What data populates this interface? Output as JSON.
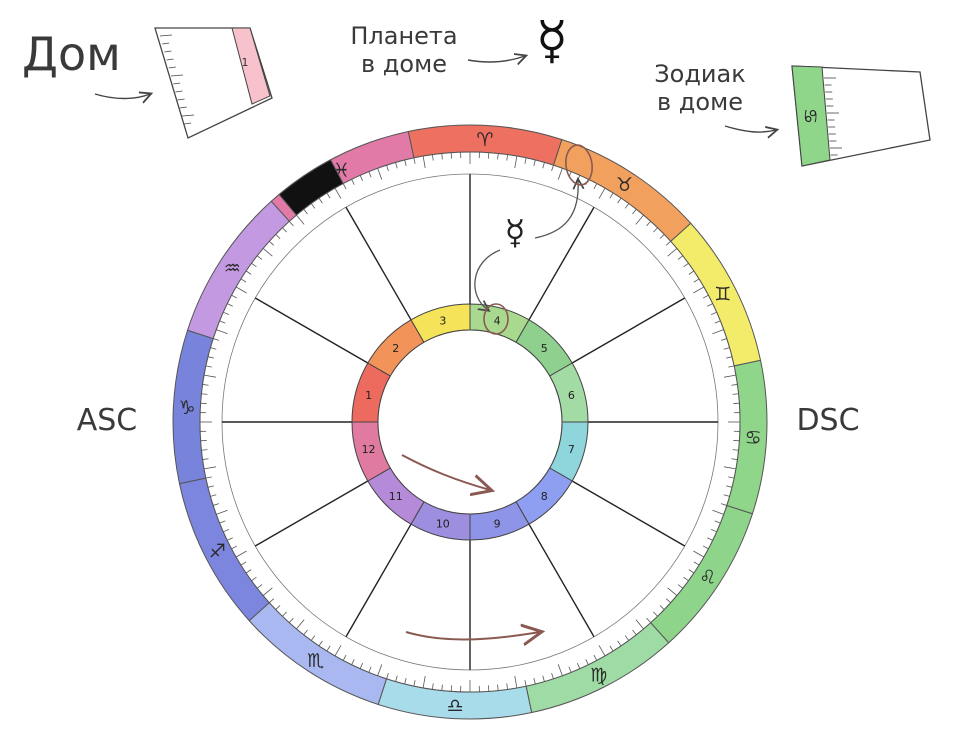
{
  "labels": {
    "house": "Дом",
    "planet_line1": "Планета",
    "planet_line2": "в доме",
    "zodiac_line1": "Зодиак",
    "zodiac_line2": "в доме",
    "asc": "ASC",
    "dsc": "DSC"
  },
  "legend": {
    "house_number": "1",
    "zodiac_glyph": "♋",
    "planet_glyph": "☿"
  },
  "planet_in_chart": "☿",
  "houses": [
    {
      "n": "1",
      "color": "#ec6a5e"
    },
    {
      "n": "2",
      "color": "#f2935a"
    },
    {
      "n": "3",
      "color": "#f5e35a"
    },
    {
      "n": "4",
      "color": "#a9d88f"
    },
    {
      "n": "5",
      "color": "#8fd08f"
    },
    {
      "n": "6",
      "color": "#a3dba5"
    },
    {
      "n": "7",
      "color": "#8ed6dc"
    },
    {
      "n": "8",
      "color": "#8e9ef0"
    },
    {
      "n": "9",
      "color": "#8e94e8"
    },
    {
      "n": "10",
      "color": "#9e8ee0"
    },
    {
      "n": "11",
      "color": "#b58ad8"
    },
    {
      "n": "12",
      "color": "#e07aa0"
    }
  ],
  "zodiac": [
    {
      "glyph": "♑",
      "color": "#7884dc"
    },
    {
      "glyph": "♐",
      "color": "#7d86de"
    },
    {
      "glyph": "♏",
      "color": "#a9b8f0"
    },
    {
      "glyph": "♎",
      "color": "#a9dcea"
    },
    {
      "glyph": "♍",
      "color": "#9fdca5"
    },
    {
      "glyph": "♌",
      "color": "#8ed48a"
    },
    {
      "glyph": "♋",
      "color": "#8fd68b"
    },
    {
      "glyph": "♊",
      "color": "#f3ec6a"
    },
    {
      "glyph": "♉",
      "color": "#f2a05e"
    },
    {
      "glyph": "♈",
      "color": "#ee7060"
    },
    {
      "glyph": "♓",
      "color": "#e27aa8"
    },
    {
      "glyph": "♒",
      "color": "#c39ae2"
    }
  ]
}
